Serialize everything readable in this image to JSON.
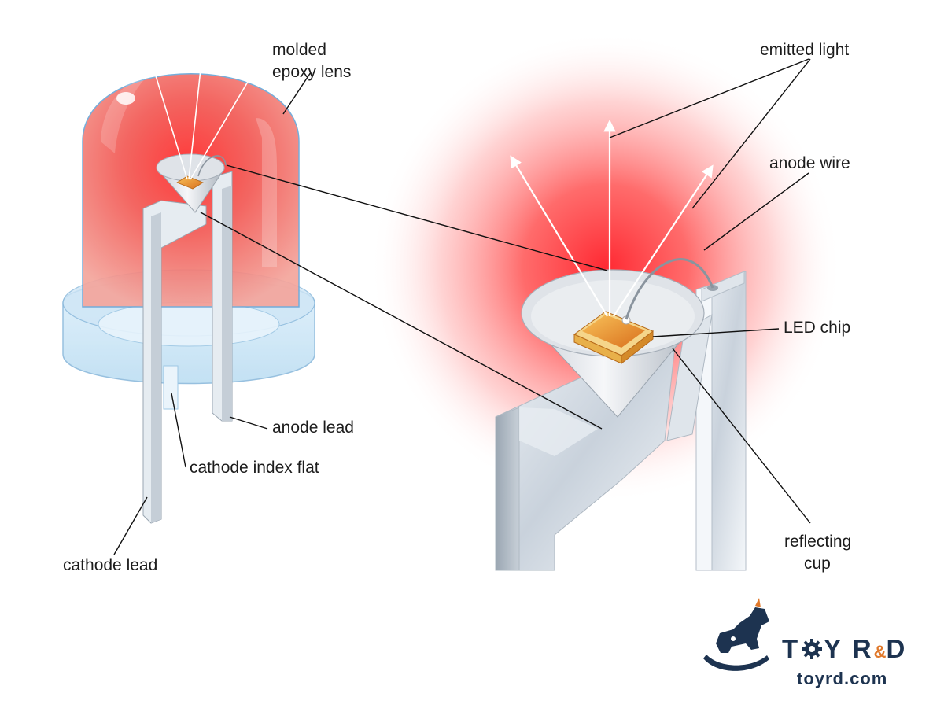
{
  "labels": {
    "molded_epoxy_lens_line1": "molded",
    "molded_epoxy_lens_line2": "epoxy lens",
    "anode_lead": "anode lead",
    "cathode_index_flat": "cathode index flat",
    "cathode_lead": "cathode lead",
    "emitted_light": "emitted light",
    "anode_wire": "anode wire",
    "led_chip": "LED chip",
    "reflecting_cup_line1": "reflecting",
    "reflecting_cup_line2": "cup"
  },
  "brand": {
    "name_part1": "T",
    "name_part2": "Y R",
    "ampersand": "&",
    "name_part3": "D",
    "url": "toyrd.com",
    "primary_color": "#1d3350",
    "accent_color": "#e0782a",
    "logo_icon": "rocking-horse-icon"
  },
  "colors": {
    "lens_red": "#f0605a",
    "glow_red": "#ff2a2a",
    "chip_orange": "#e88a2a",
    "metal": "#d8dee6",
    "lead_line": "#111111"
  }
}
